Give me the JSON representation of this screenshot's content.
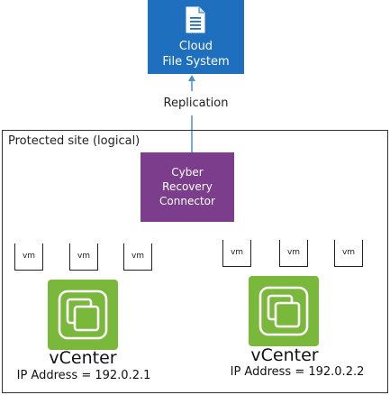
{
  "cloud_file_system": {
    "line1": "Cloud",
    "line2": "File System",
    "icon": "document-icon",
    "color": "#1f6fbf"
  },
  "replication": {
    "label": "Replication",
    "arrow_color": "#4a90c8"
  },
  "protected_site": {
    "label": "Protected site (logical)"
  },
  "connector": {
    "line1": "Cyber",
    "line2": "Recovery",
    "line3": "Connector",
    "color": "#7c3e8c"
  },
  "left_group": {
    "vms": [
      "vm",
      "vm",
      "vm"
    ],
    "vcenter": {
      "name": "vCenter",
      "ip": "IP Address = 192.0.2.1",
      "icon": "vcenter-icon"
    }
  },
  "right_group": {
    "vms": [
      "vm",
      "vm",
      "vm"
    ],
    "vcenter": {
      "name": "vCenter",
      "ip": "IP Address = 192.0.2.2",
      "icon": "vcenter-icon"
    }
  }
}
